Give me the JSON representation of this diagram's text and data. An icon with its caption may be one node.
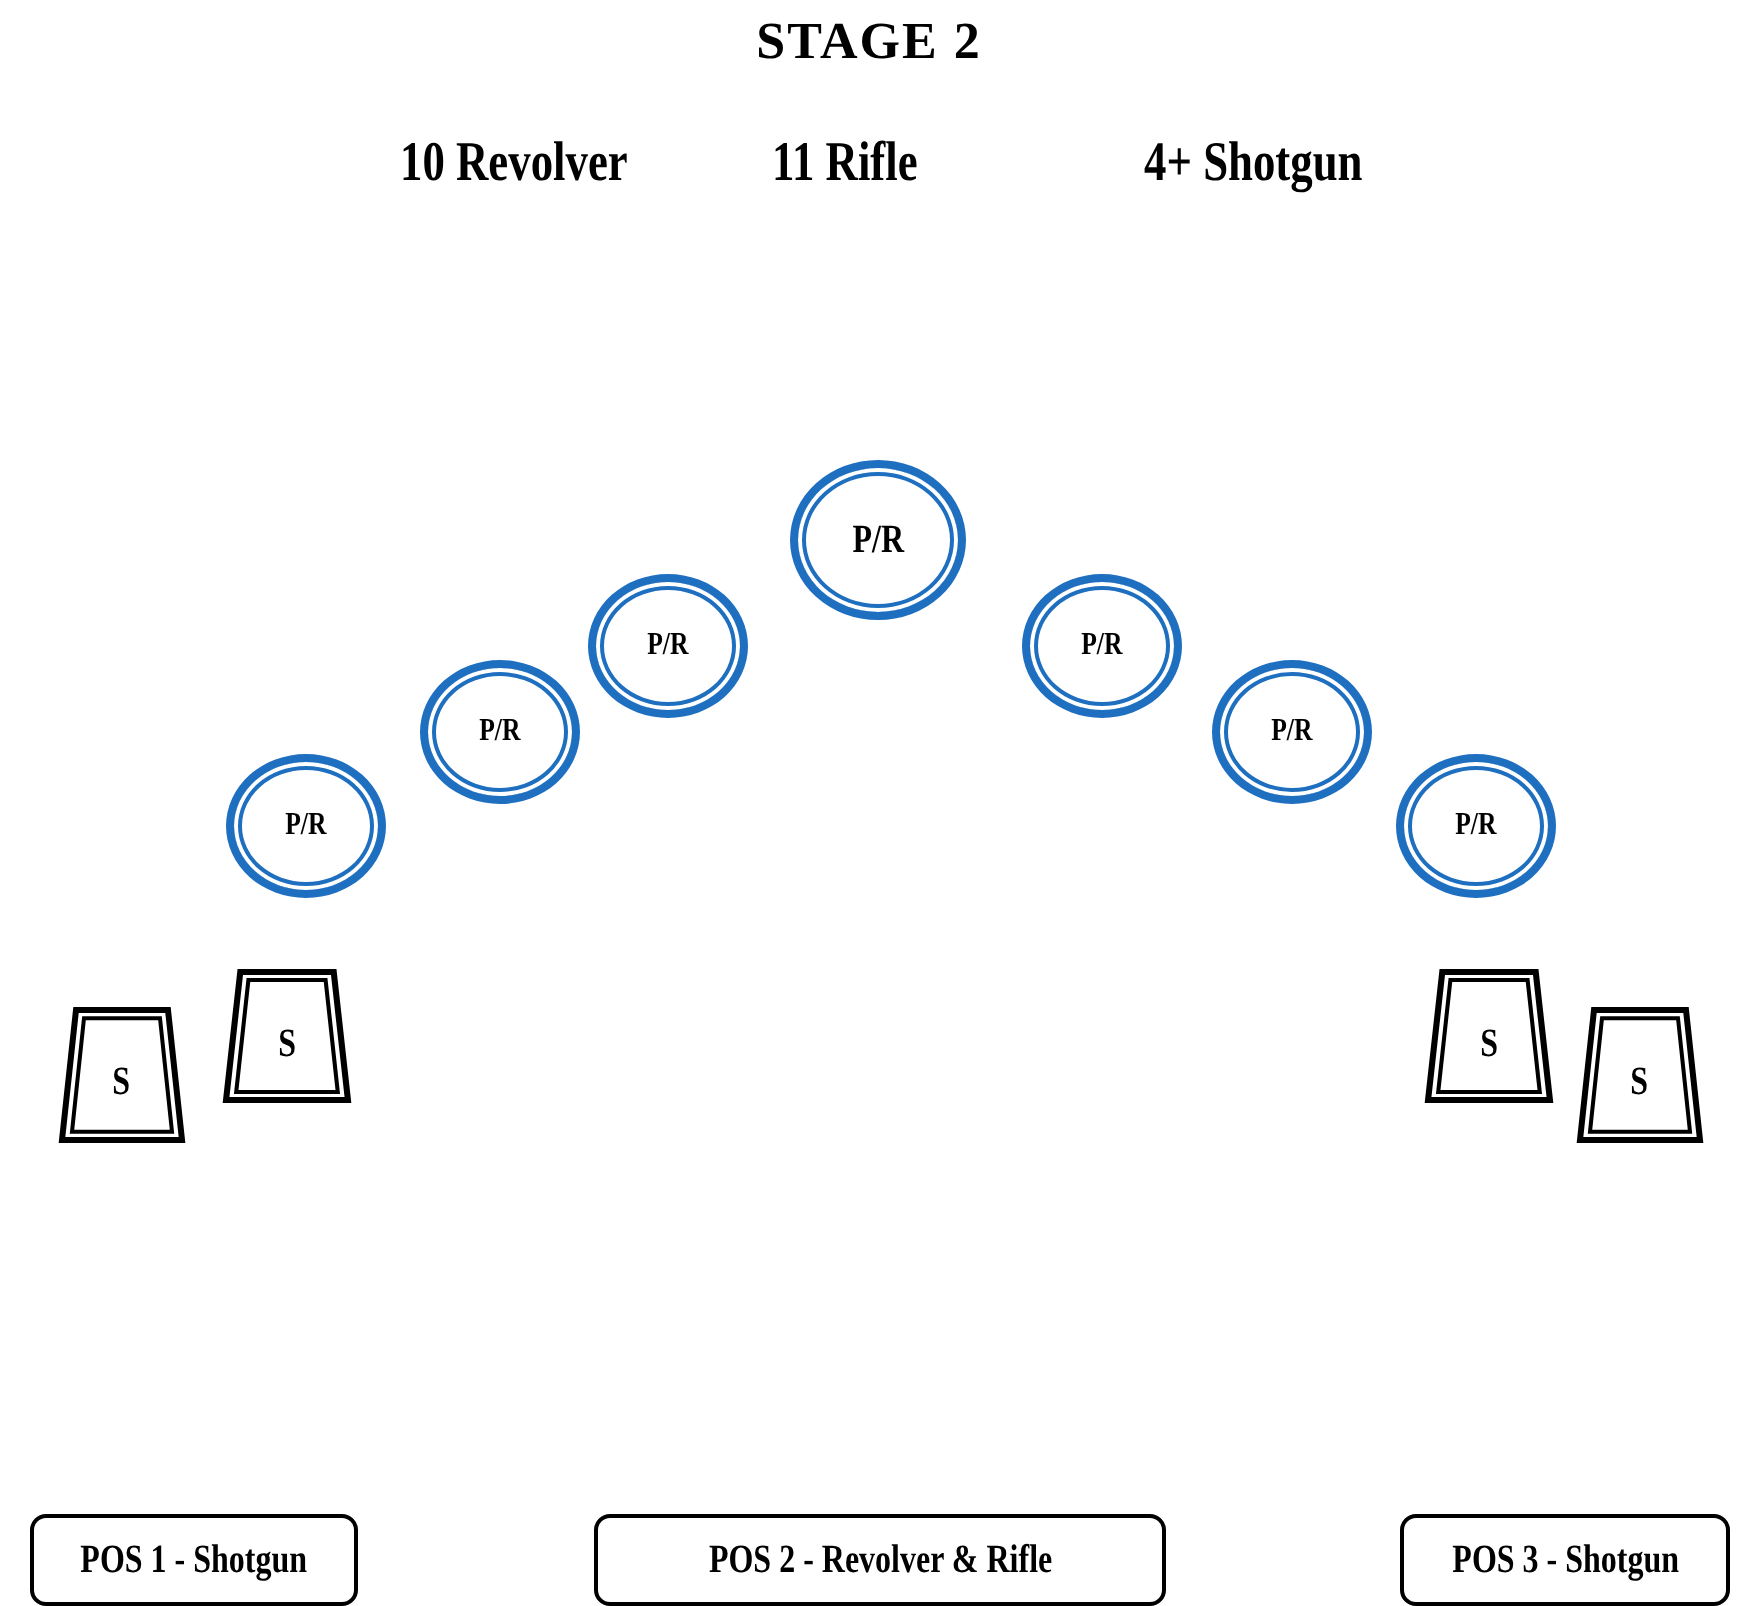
{
  "diagram": {
    "title": "STAGE 2",
    "nodes": [
      {
        "text": [
          "P/R"
        ]
      },
      {
        "text": [
          "P/R"
        ]
      },
      {
        "text": [
          "P/R"
        ]
      },
      {
        "text": [
          "P/R"
        ]
      },
      {
        "text": [
          "P/R"
        ]
      },
      {
        "text": [
          "P/R"
        ]
      },
      {
        "text": [
          "P/R"
        ]
      },
      {
        "text": [
          "S"
        ]
      },
      {
        "text": [
          "S"
        ]
      },
      {
        "text": [
          "S"
        ]
      },
      {
        "text": [
          "S"
        ]
      },
      {
        "text": [
          "POS 1 - Shotgun"
        ]
      },
      {
        "text": [
          "POS 2 - Revolver & Rifle"
        ]
      },
      {
        "text": [
          "POS 3 - Shotgun"
        ]
      }
    ],
    "edges": [],
    "labels": [
      "10 Revolver",
      "11 Rifle",
      "4+ Shotgun"
    ]
  }
}
